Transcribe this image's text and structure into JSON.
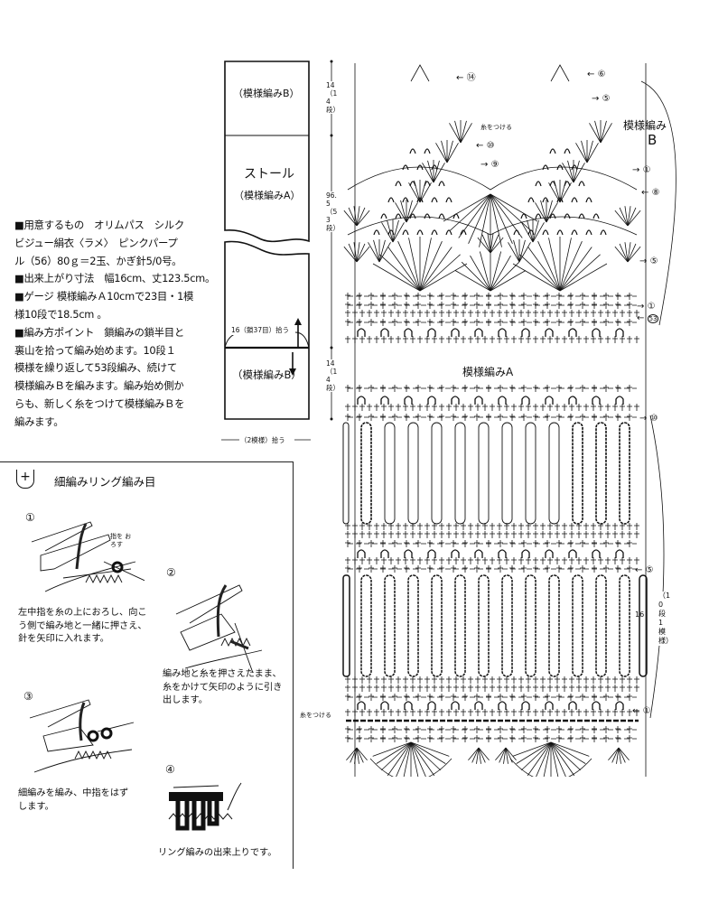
{
  "instructions": {
    "lines": [
      "■用意するもの　オリムパス　シルク",
      "ビジュー絹衣〈ラメ〉　ピンクパープ",
      "ル（56）80ｇ＝2玉、かぎ針5/0号。",
      "■出来上がり寸法　幅16cm、丈123.5cm。",
      "■ゲージ 模様編みＡ10cmで23目・1模",
      "様10段で18.5cm 。",
      "■編み方ポイント　鎖編みの鎖半目と",
      "裏山を拾って編み始めます。10段１",
      "模様を繰り返して53段編み、続けて",
      "模様編みＢを編みます。編み始め側か",
      "らも、新しく糸をつけて模様編みＢを",
      "編みます。"
    ]
  },
  "schematic": {
    "top_section": "（模様編みB）",
    "middle_title": "ストール",
    "middle_section": "（模様編みA）",
    "bottom_section": "（模様編みB）",
    "pickup": "16（鎖37目）拾う",
    "width_pickup": "（2模様）拾う",
    "dim_top": "14（14段）",
    "dim_middle": "96.5（53段）",
    "dim_bottom": "14（14段）"
  },
  "technique": {
    "title": "細編みリング編み目",
    "symbol": "+",
    "steps": [
      {
        "num": "①",
        "text": [
          "左中指を糸の上におろし、向こ",
          "う側で編み地と一緒に押さえ、",
          "針を矢印に入れます。"
        ],
        "note": "指を おろす"
      },
      {
        "num": "②",
        "text": [
          "編み地と糸を押さえたまま、",
          "糸をかけて矢印のように引き",
          "出します。"
        ]
      },
      {
        "num": "③",
        "text": [
          "細編みを編み、中指をはず",
          "します。"
        ]
      },
      {
        "num": "④",
        "text": [
          "リング編みの出来上りです。"
        ]
      }
    ]
  },
  "chart": {
    "pattern_b_label": "模様編み",
    "pattern_b_letter": "B",
    "pattern_a_label": "模様編みA",
    "attach_yarn": "糸をつける",
    "attach_yarn_bottom": "糸をつける",
    "loop_length": "16",
    "repeat_note": "（10段1模様）",
    "rows_b": [
      "⑭",
      "⑥",
      "⑤",
      "⑩",
      "⑨",
      "①",
      "⑧",
      "⑤",
      "①",
      "53"
    ],
    "rows_a": [
      "⑩",
      "⑤",
      "①"
    ]
  }
}
